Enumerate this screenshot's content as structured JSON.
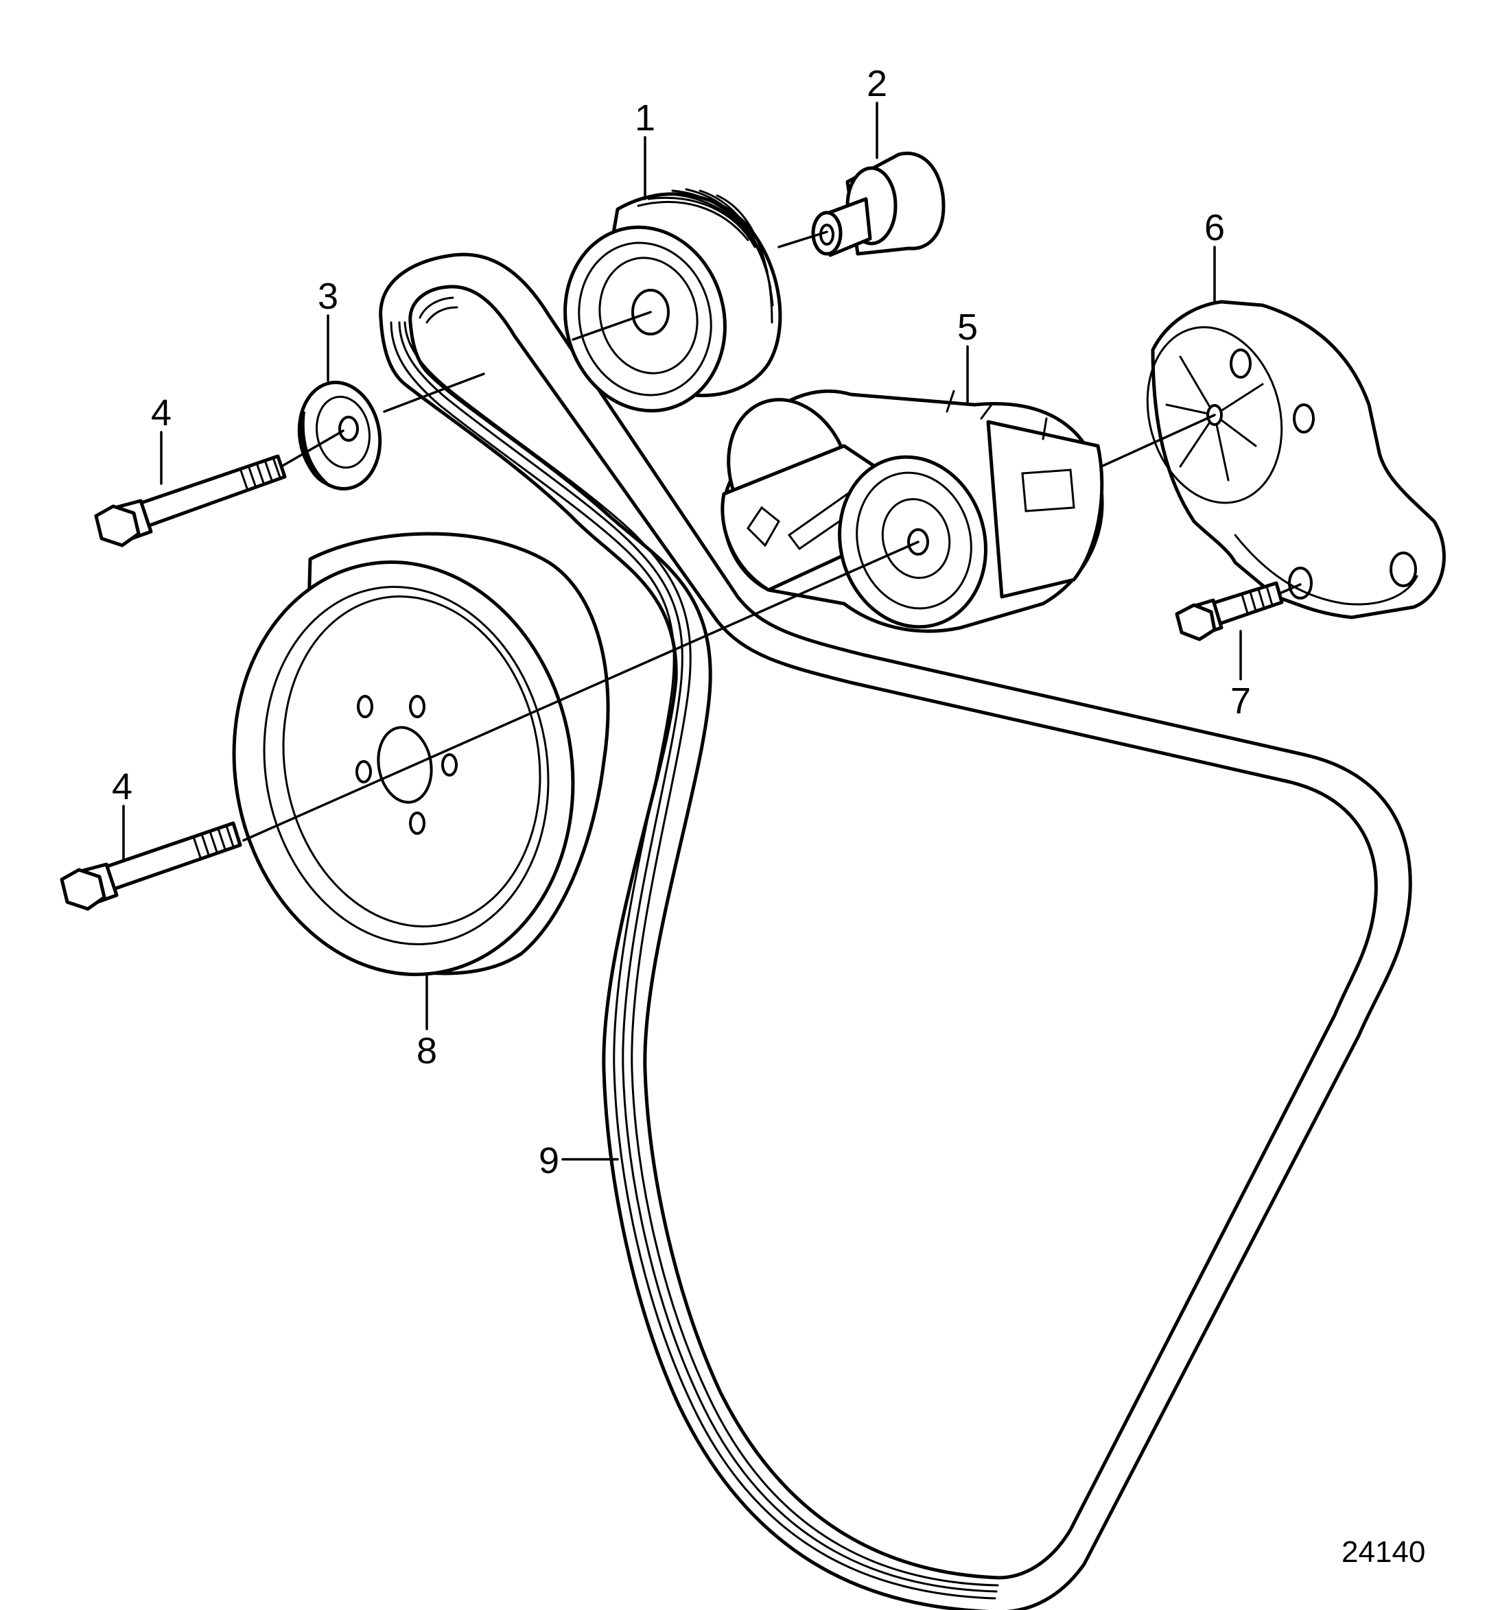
{
  "callouts": {
    "c1": "1",
    "c2": "2",
    "c3": "3",
    "c4a": "4",
    "c4b": "4",
    "c5": "5",
    "c6": "6",
    "c7": "7",
    "c8": "8",
    "c9": "9"
  },
  "reference_number": "24140"
}
